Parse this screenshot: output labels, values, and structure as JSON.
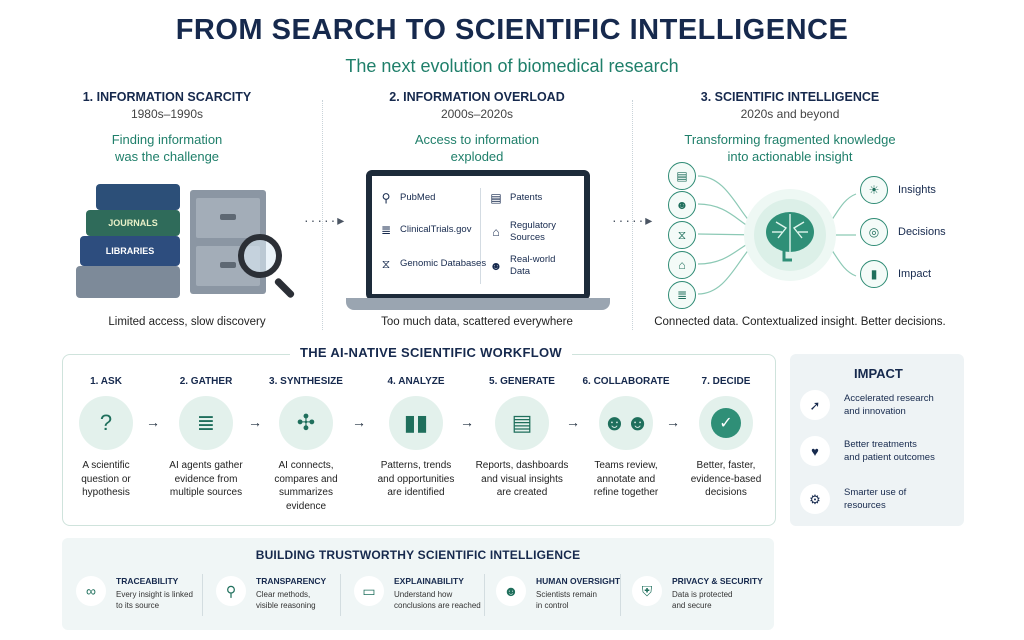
{
  "header": {
    "title": "FROM SEARCH TO SCIENTIFIC INTELLIGENCE",
    "subtitle": "The next evolution of biomedical research"
  },
  "eras": [
    {
      "title": "1. INFORMATION SCARCITY",
      "years": "1980s–1990s",
      "tag_line1": "Finding information",
      "tag_line2": "was the challenge",
      "caption": "Limited access, slow discovery"
    },
    {
      "title": "2. INFORMATION OVERLOAD",
      "years": "2000s–2020s",
      "tag_line1": "Access to information",
      "tag_line2": "exploded",
      "caption": "Too much data, scattered everywhere"
    },
    {
      "title": "3. SCIENTIFIC INTELLIGENCE",
      "years": "2020s and beyond",
      "tag_line1": "Transforming fragmented knowledge",
      "tag_line2": "into actionable insight",
      "caption": "Connected data.  Contextualized insight. Better decisions."
    }
  ],
  "books": {
    "journals": "JOURNALS",
    "libraries": "LIBRARIES"
  },
  "sources": {
    "left": [
      "PubMed",
      "ClinicalTrials.gov",
      "Genomic Databases"
    ],
    "right": [
      {
        "line1": "Patents",
        "line2": ""
      },
      {
        "line1": "Regulatory",
        "line2": "Sources"
      },
      {
        "line1": "Real-world",
        "line2": "Data"
      }
    ]
  },
  "outcomes": [
    "Insights",
    "Decisions",
    "Impact"
  ],
  "workflow": {
    "title": "THE AI-NATIVE SCIENTIFIC WORKFLOW",
    "steps": [
      {
        "label": "1. ASK",
        "desc": [
          "A scientific",
          "question or",
          "hypothesis"
        ]
      },
      {
        "label": "2. GATHER",
        "desc": [
          "AI agents gather",
          "evidence from",
          "multiple sources"
        ]
      },
      {
        "label": "3. SYNTHESIZE",
        "desc": [
          "AI connects,",
          "compares and",
          "summarizes",
          "evidence"
        ]
      },
      {
        "label": "4. ANALYZE",
        "desc": [
          "Patterns, trends",
          "and opportunities",
          "are identified"
        ]
      },
      {
        "label": "5. GENERATE",
        "desc": [
          "Reports, dashboards",
          "and visual insights",
          "are created"
        ]
      },
      {
        "label": "6. COLLABORATE",
        "desc": [
          "Teams review,",
          "annotate and",
          "refine together"
        ]
      },
      {
        "label": "7. DECIDE",
        "desc": [
          "Better, faster,",
          "evidence-based",
          "decisions"
        ]
      }
    ]
  },
  "impact": {
    "title": "IMPACT",
    "items": [
      {
        "line1": "Accelerated research",
        "line2": "and innovation"
      },
      {
        "line1": "Better treatments",
        "line2": "and patient outcomes"
      },
      {
        "line1": "Smarter use of",
        "line2": "resources"
      }
    ]
  },
  "trust": {
    "title": "BUILDING TRUSTWORTHY SCIENTIFIC INTELLIGENCE",
    "items": [
      {
        "name": "TRACEABILITY",
        "line1": "Every insight is linked",
        "line2": "to its source"
      },
      {
        "name": "TRANSPARENCY",
        "line1": "Clear methods,",
        "line2": "visible reasoning"
      },
      {
        "name": "EXPLAINABILITY",
        "line1": "Understand how",
        "line2": "conclusions are reached"
      },
      {
        "name": "HUMAN OVERSIGHT",
        "line1": "Scientists remain",
        "line2": "in control"
      },
      {
        "name": "PRIVACY & SECURITY",
        "line1": "Data is protected",
        "line2": "and secure"
      }
    ]
  }
}
